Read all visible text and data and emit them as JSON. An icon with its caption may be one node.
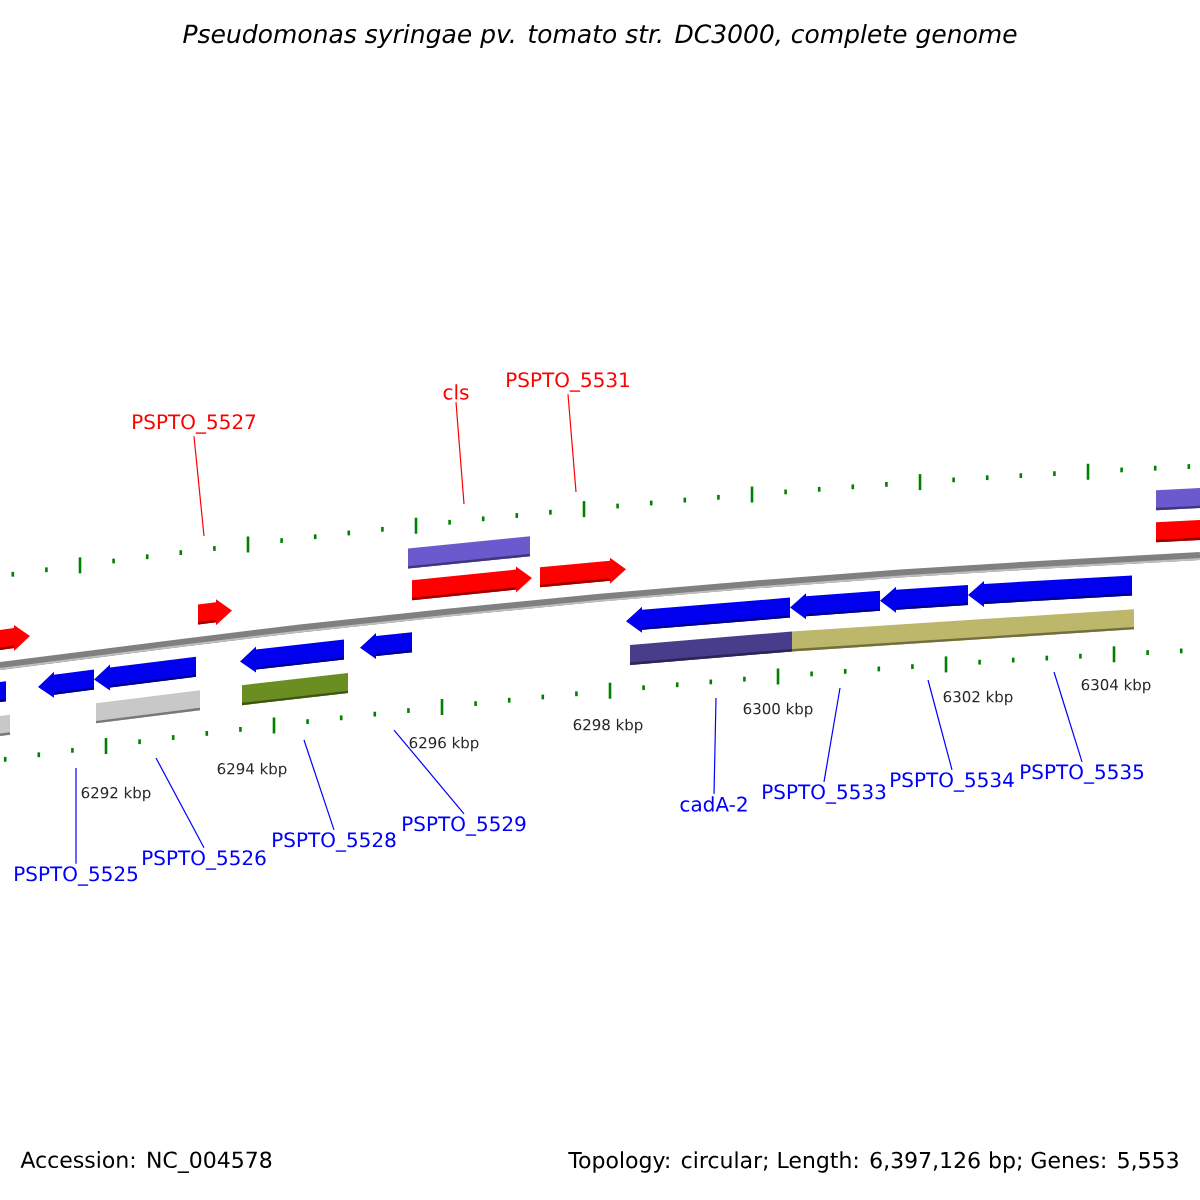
{
  "diagram": {
    "title": "Pseudomonas syringae pv. tomato str. DC3000, complete genome",
    "nodes": [
      {
        "text": [
          "PSPTO_5527"
        ]
      },
      {
        "text": [
          "cls"
        ]
      },
      {
        "text": [
          "PSPTO_5531"
        ]
      },
      {
        "text": [
          "PSPTO_5525"
        ]
      },
      {
        "text": [
          "PSPTO_5526"
        ]
      },
      {
        "text": [
          "PSPTO_5528"
        ]
      },
      {
        "text": [
          "PSPTO_5529"
        ]
      },
      {
        "text": [
          "cadA-2"
        ]
      },
      {
        "text": [
          "PSPTO_5533"
        ]
      },
      {
        "text": [
          "PSPTO_5534"
        ]
      },
      {
        "text": [
          "PSPTO_5535"
        ]
      }
    ],
    "edges": [
      {
        "from": 0,
        "to": null,
        "arrow": "none",
        "color": "#ff0000"
      },
      {
        "from": 1,
        "to": null,
        "arrow": "none",
        "color": "#ff0000"
      },
      {
        "from": 2,
        "to": null,
        "arrow": "none",
        "color": "#ff0000"
      },
      {
        "from": 3,
        "to": null,
        "arrow": "none"
      },
      {
        "from": 4,
        "to": null,
        "arrow": "none"
      },
      {
        "from": 5,
        "to": null,
        "arrow": "none"
      },
      {
        "from": 6,
        "to": null,
        "arrow": "none"
      },
      {
        "from": 7,
        "to": null,
        "arrow": "none"
      },
      {
        "from": 8,
        "to": null,
        "arrow": "none"
      },
      {
        "from": 9,
        "to": null,
        "arrow": "none"
      },
      {
        "from": 10,
        "to": null,
        "arrow": "none"
      }
    ],
    "labels": [
      "6292 kbp",
      "6294 kbp",
      "6296 kbp",
      "6298 kbp",
      "6300 kbp",
      "6302 kbp",
      "6304 kbp",
      "Accession: NC_004578",
      "Topology: circular; Length: 6,397,126 bp; Genes: 5,553"
    ]
  }
}
